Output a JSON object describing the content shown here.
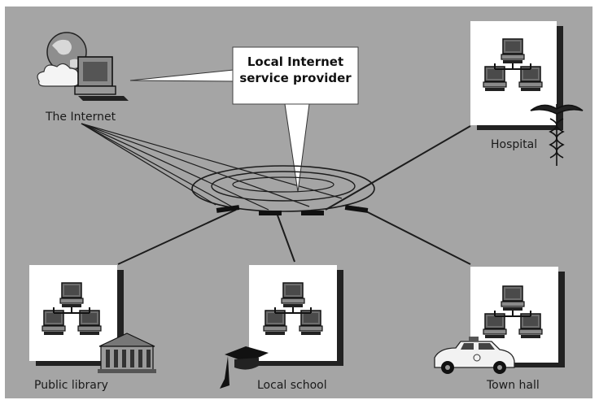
{
  "isp": {
    "line1": "Local Internet",
    "line2": "service provider"
  },
  "labels": {
    "internet": "The Internet",
    "hospital": "Hospital",
    "library": "Public library",
    "school": "Local school",
    "townhall": "Town hall"
  }
}
